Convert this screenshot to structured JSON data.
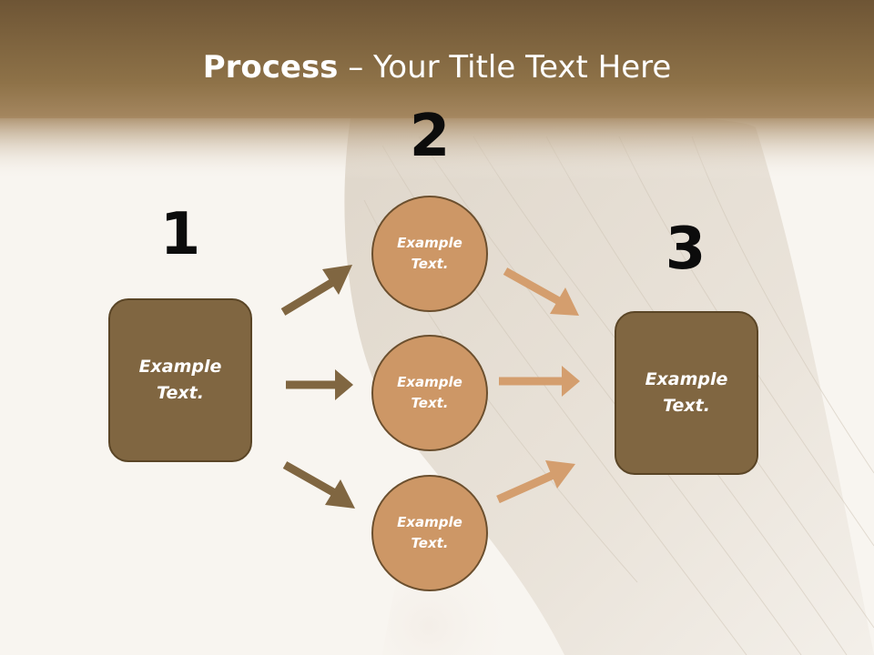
{
  "title": {
    "bold": "Process",
    "rest": " – Your Title Text Here"
  },
  "steps": {
    "one": "1",
    "two": "2",
    "three": "3"
  },
  "nodes": {
    "left": "Example\nText.",
    "top": "Example\nText.",
    "middle": "Example\nText.",
    "bottom": "Example\nText.",
    "right": "Example\nText."
  },
  "colors": {
    "header_band": "#7a6040",
    "box_fill": "#806641",
    "circle_fill": "#cd9766",
    "arrow_dark": "#806641",
    "arrow_light": "#d49e6e"
  }
}
